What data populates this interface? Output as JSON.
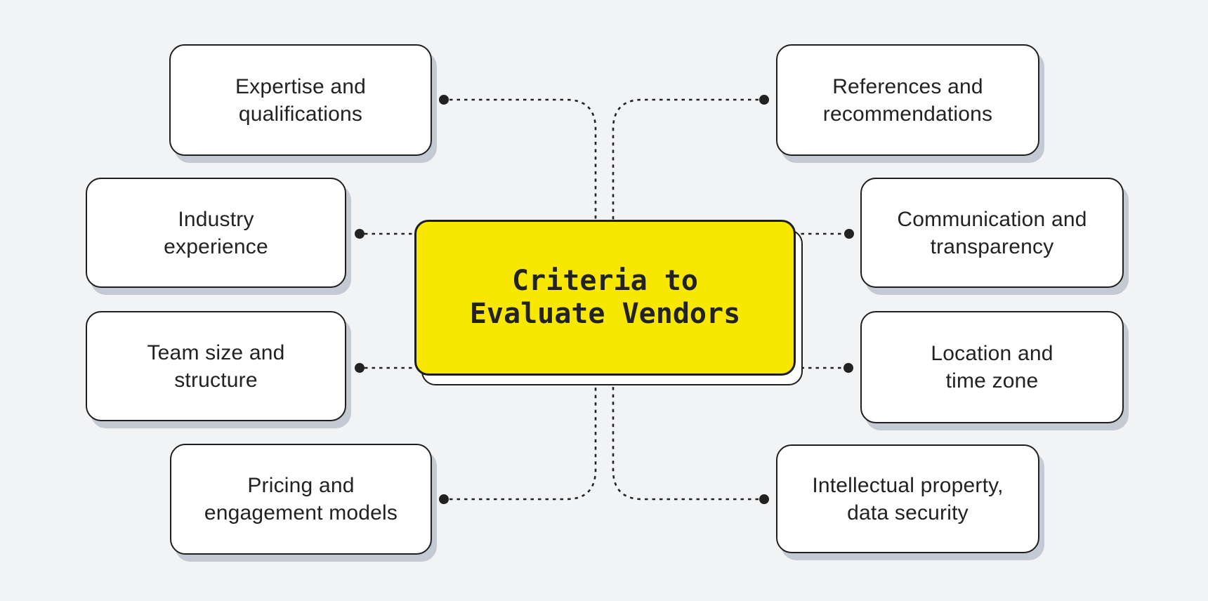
{
  "diagram": {
    "type": "mind-map",
    "center": {
      "id": "criteria-to-evaluate-vendors",
      "label": "Criteria to Evaluate Vendors",
      "lines": [
        "Criteria to",
        "Evaluate Vendors"
      ]
    },
    "nodes": [
      {
        "id": "expertise-qualifications",
        "label": "Expertise and qualifications",
        "lines": [
          "Expertise and",
          "qualifications"
        ],
        "position": "top-left"
      },
      {
        "id": "industry-experience",
        "label": "Industry experience",
        "lines": [
          "Industry",
          "experience"
        ],
        "position": "mid-upper-left"
      },
      {
        "id": "team-size-structure",
        "label": "Team size and structure",
        "lines": [
          "Team size and",
          "structure"
        ],
        "position": "mid-lower-left"
      },
      {
        "id": "pricing-engagement-models",
        "label": "Pricing and engagement models",
        "lines": [
          "Pricing and",
          "engagement models"
        ],
        "position": "bottom-left"
      },
      {
        "id": "references-recommendations",
        "label": "References and recommendations",
        "lines": [
          "References and",
          "recommendations"
        ],
        "position": "top-right"
      },
      {
        "id": "communication-transparency",
        "label": "Communication and transparency",
        "lines": [
          "Communication and",
          "transparency"
        ],
        "position": "mid-upper-right"
      },
      {
        "id": "location-time-zone",
        "label": "Location and time zone",
        "lines": [
          "Location and",
          "time zone"
        ],
        "position": "mid-lower-right"
      },
      {
        "id": "intellectual-property-data-security",
        "label": "Intellectual property, data security",
        "lines": [
          "Intellectual property,",
          "data security"
        ],
        "position": "bottom-right"
      }
    ]
  },
  "colors": {
    "background": "#F2F3F5",
    "node_fill": "#FFFFFF",
    "node_border": "#1E1E1E",
    "node_shadow": "#C4CAD3",
    "center_fill": "#F8E700",
    "connector": "#222222",
    "text": "#222222"
  }
}
